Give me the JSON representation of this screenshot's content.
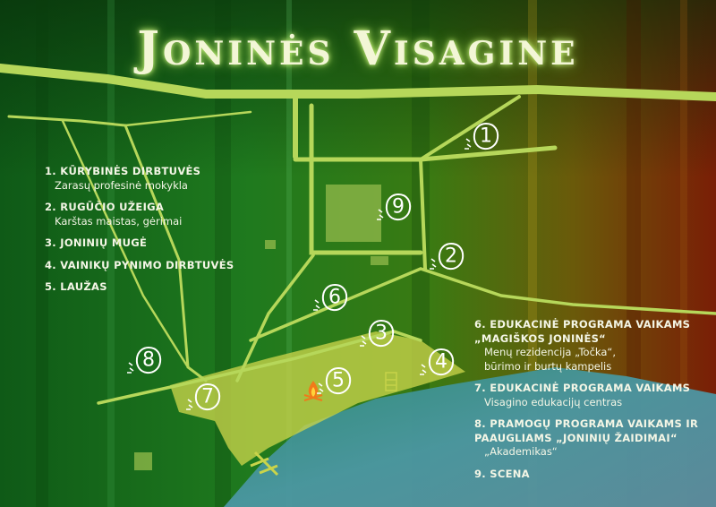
{
  "title": "Joninės Visagine",
  "legend_left": [
    {
      "head": "1. KŪRYBINĖS DIRBTUVĖS",
      "sub": "Zarasų profesinė mokykla"
    },
    {
      "head": "2. RUGŪČIO UŽEIGA",
      "sub": "Karštas maistas, gėrimai"
    },
    {
      "head": "3. JONINIŲ MUGĖ",
      "sub": ""
    },
    {
      "head": "4. VAINIKŲ PYNIMO DIRBTUVĖS",
      "sub": ""
    },
    {
      "head": "5. LAUŽAS",
      "sub": ""
    }
  ],
  "legend_right": [
    {
      "head": "6. EDUKACINĖ PROGRAMA VAIKAMS",
      "head2": "„MAGIŠKOS JONINĖS“",
      "sub": "Menų rezidencija „Točka“,",
      "sub2": "būrimo ir burtų kampelis"
    },
    {
      "head": "7. EDUKACINĖ PROGRAMA VAIKAMS",
      "head2": "",
      "sub": "Visagino edukacijų centras",
      "sub2": ""
    },
    {
      "head": "8. PRAMOGŲ PROGRAMA VAIKAMS IR",
      "head2": "PAAUGLIAMS „JONINIŲ ŽAIDIMAI“",
      "sub": "„Akademikas“",
      "sub2": ""
    },
    {
      "head": "9. SCENA",
      "head2": "",
      "sub": "",
      "sub2": ""
    }
  ],
  "markers": [
    {
      "label": "1"
    },
    {
      "label": "2"
    },
    {
      "label": "3"
    },
    {
      "label": "4"
    },
    {
      "label": "5"
    },
    {
      "label": "6"
    },
    {
      "label": "7"
    },
    {
      "label": "8"
    },
    {
      "label": "9"
    }
  ],
  "colors": {
    "road": "#b6d75a",
    "event_area": "#c9d44a",
    "water": "#4a9aa6",
    "marker_fill": "#ffffff",
    "text": "#f4f6e6"
  }
}
